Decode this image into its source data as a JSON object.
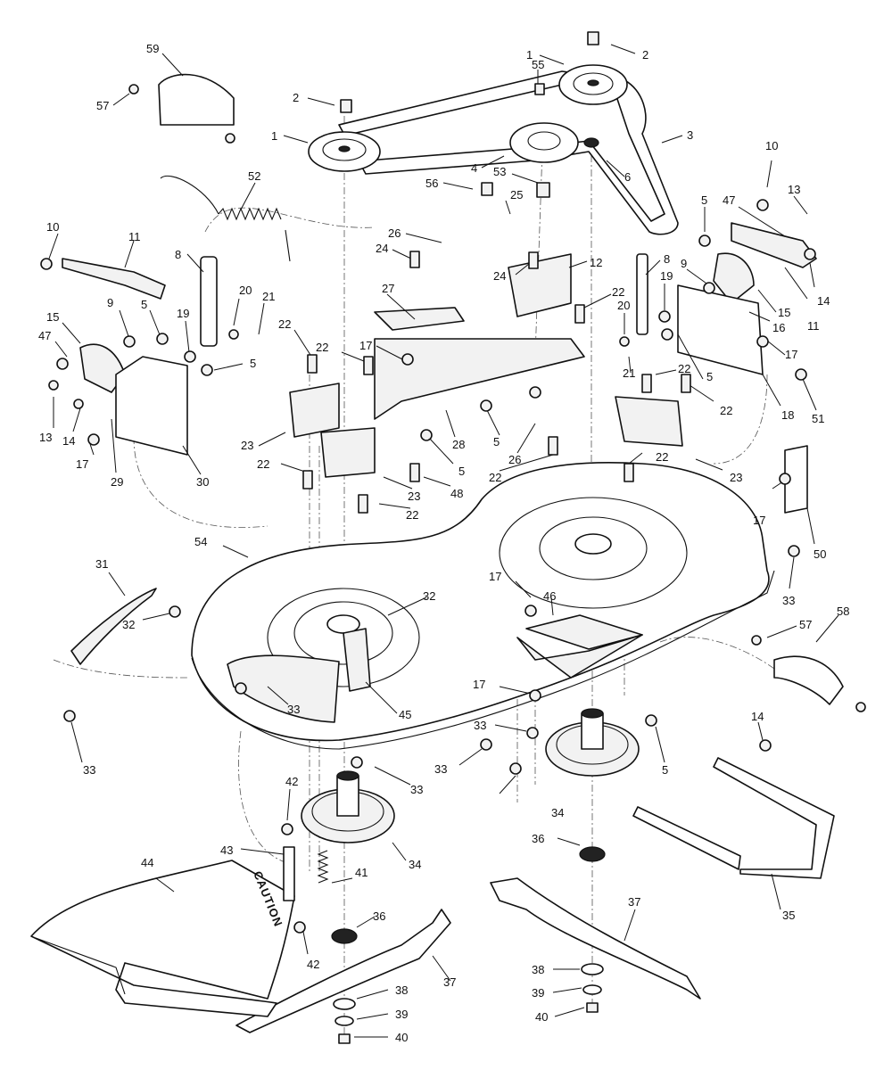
{
  "diagram": {
    "warning_label": "CAUTION",
    "callouts": [
      {
        "id": "c59",
        "text": "59"
      },
      {
        "id": "c57a",
        "text": "57"
      },
      {
        "id": "c2a",
        "text": "2"
      },
      {
        "id": "c1a",
        "text": "1"
      },
      {
        "id": "c1b",
        "text": "1"
      },
      {
        "id": "c2b",
        "text": "2"
      },
      {
        "id": "c55",
        "text": "55"
      },
      {
        "id": "c3",
        "text": "3"
      },
      {
        "id": "c4",
        "text": "4"
      },
      {
        "id": "c53",
        "text": "53"
      },
      {
        "id": "c6",
        "text": "6"
      },
      {
        "id": "c52",
        "text": "52"
      },
      {
        "id": "c56",
        "text": "56"
      },
      {
        "id": "c25",
        "text": "25"
      },
      {
        "id": "c10a",
        "text": "10"
      },
      {
        "id": "c13a",
        "text": "13"
      },
      {
        "id": "c5a",
        "text": "5"
      },
      {
        "id": "c47a",
        "text": "47"
      },
      {
        "id": "c10b",
        "text": "10"
      },
      {
        "id": "c11a",
        "text": "11"
      },
      {
        "id": "c26a",
        "text": "26"
      },
      {
        "id": "c24a",
        "text": "24"
      },
      {
        "id": "c24b",
        "text": "24"
      },
      {
        "id": "c12",
        "text": "12"
      },
      {
        "id": "c8a",
        "text": "8"
      },
      {
        "id": "c8b",
        "text": "8"
      },
      {
        "id": "c9a",
        "text": "9"
      },
      {
        "id": "c14a",
        "text": "14"
      },
      {
        "id": "c19a",
        "text": "19"
      },
      {
        "id": "c15a",
        "text": "15"
      },
      {
        "id": "c11b",
        "text": "11"
      },
      {
        "id": "c16",
        "text": "16"
      },
      {
        "id": "c27",
        "text": "27"
      },
      {
        "id": "c20a",
        "text": "20"
      },
      {
        "id": "c21a",
        "text": "21"
      },
      {
        "id": "c22a",
        "text": "22"
      },
      {
        "id": "c20b",
        "text": "20"
      },
      {
        "id": "c9b",
        "text": "9"
      },
      {
        "id": "c5b",
        "text": "5"
      },
      {
        "id": "c19b",
        "text": "19"
      },
      {
        "id": "c15b",
        "text": "15"
      },
      {
        "id": "c47b",
        "text": "47"
      },
      {
        "id": "c22b",
        "text": "22"
      },
      {
        "id": "c22c",
        "text": "22"
      },
      {
        "id": "c17a",
        "text": "17"
      },
      {
        "id": "c17b",
        "text": "17"
      },
      {
        "id": "c5c",
        "text": "5"
      },
      {
        "id": "c21b",
        "text": "21"
      },
      {
        "id": "c22d",
        "text": "22"
      },
      {
        "id": "c5d",
        "text": "5"
      },
      {
        "id": "c22e",
        "text": "22"
      },
      {
        "id": "c18",
        "text": "18"
      },
      {
        "id": "c51",
        "text": "51"
      },
      {
        "id": "c13b",
        "text": "13"
      },
      {
        "id": "c14b",
        "text": "14"
      },
      {
        "id": "c29",
        "text": "29"
      },
      {
        "id": "c30",
        "text": "30"
      },
      {
        "id": "c17c",
        "text": "17"
      },
      {
        "id": "c28",
        "text": "28"
      },
      {
        "id": "c5e",
        "text": "5"
      },
      {
        "id": "c26b",
        "text": "26"
      },
      {
        "id": "c5f",
        "text": "5"
      },
      {
        "id": "c23a",
        "text": "23"
      },
      {
        "id": "c22f",
        "text": "22"
      },
      {
        "id": "c22g",
        "text": "22"
      },
      {
        "id": "c23b",
        "text": "23"
      },
      {
        "id": "c48",
        "text": "48"
      },
      {
        "id": "c22h",
        "text": "22"
      },
      {
        "id": "c22i",
        "text": "22"
      },
      {
        "id": "c23c",
        "text": "23"
      },
      {
        "id": "c17d",
        "text": "17"
      },
      {
        "id": "c50",
        "text": "50"
      },
      {
        "id": "c54",
        "text": "54"
      },
      {
        "id": "c33a",
        "text": "33"
      },
      {
        "id": "c31",
        "text": "31"
      },
      {
        "id": "c32a",
        "text": "32"
      },
      {
        "id": "c32b",
        "text": "32"
      },
      {
        "id": "c17e",
        "text": "17"
      },
      {
        "id": "c46",
        "text": "46"
      },
      {
        "id": "c58",
        "text": "58"
      },
      {
        "id": "c57b",
        "text": "57"
      },
      {
        "id": "c33b",
        "text": "33"
      },
      {
        "id": "c45",
        "text": "45"
      },
      {
        "id": "c17f",
        "text": "17"
      },
      {
        "id": "c33c",
        "text": "33"
      },
      {
        "id": "c14c",
        "text": "14"
      },
      {
        "id": "c33d",
        "text": "33"
      },
      {
        "id": "c5g",
        "text": "5"
      },
      {
        "id": "c33e",
        "text": "33"
      },
      {
        "id": "c42a",
        "text": "42"
      },
      {
        "id": "c33f",
        "text": "33"
      },
      {
        "id": "c34a",
        "text": "34"
      },
      {
        "id": "c36a",
        "text": "36"
      },
      {
        "id": "c35",
        "text": "35"
      },
      {
        "id": "c43",
        "text": "43"
      },
      {
        "id": "c44",
        "text": "44"
      },
      {
        "id": "c34b",
        "text": "34"
      },
      {
        "id": "c41",
        "text": "41"
      },
      {
        "id": "c36b",
        "text": "36"
      },
      {
        "id": "c37a",
        "text": "37"
      },
      {
        "id": "c42b",
        "text": "42"
      },
      {
        "id": "c37b",
        "text": "37"
      },
      {
        "id": "c38a",
        "text": "38"
      },
      {
        "id": "c39a",
        "text": "39"
      },
      {
        "id": "c40a",
        "text": "40"
      },
      {
        "id": "c38b",
        "text": "38"
      },
      {
        "id": "c39b",
        "text": "39"
      },
      {
        "id": "c40b",
        "text": "40"
      }
    ]
  }
}
